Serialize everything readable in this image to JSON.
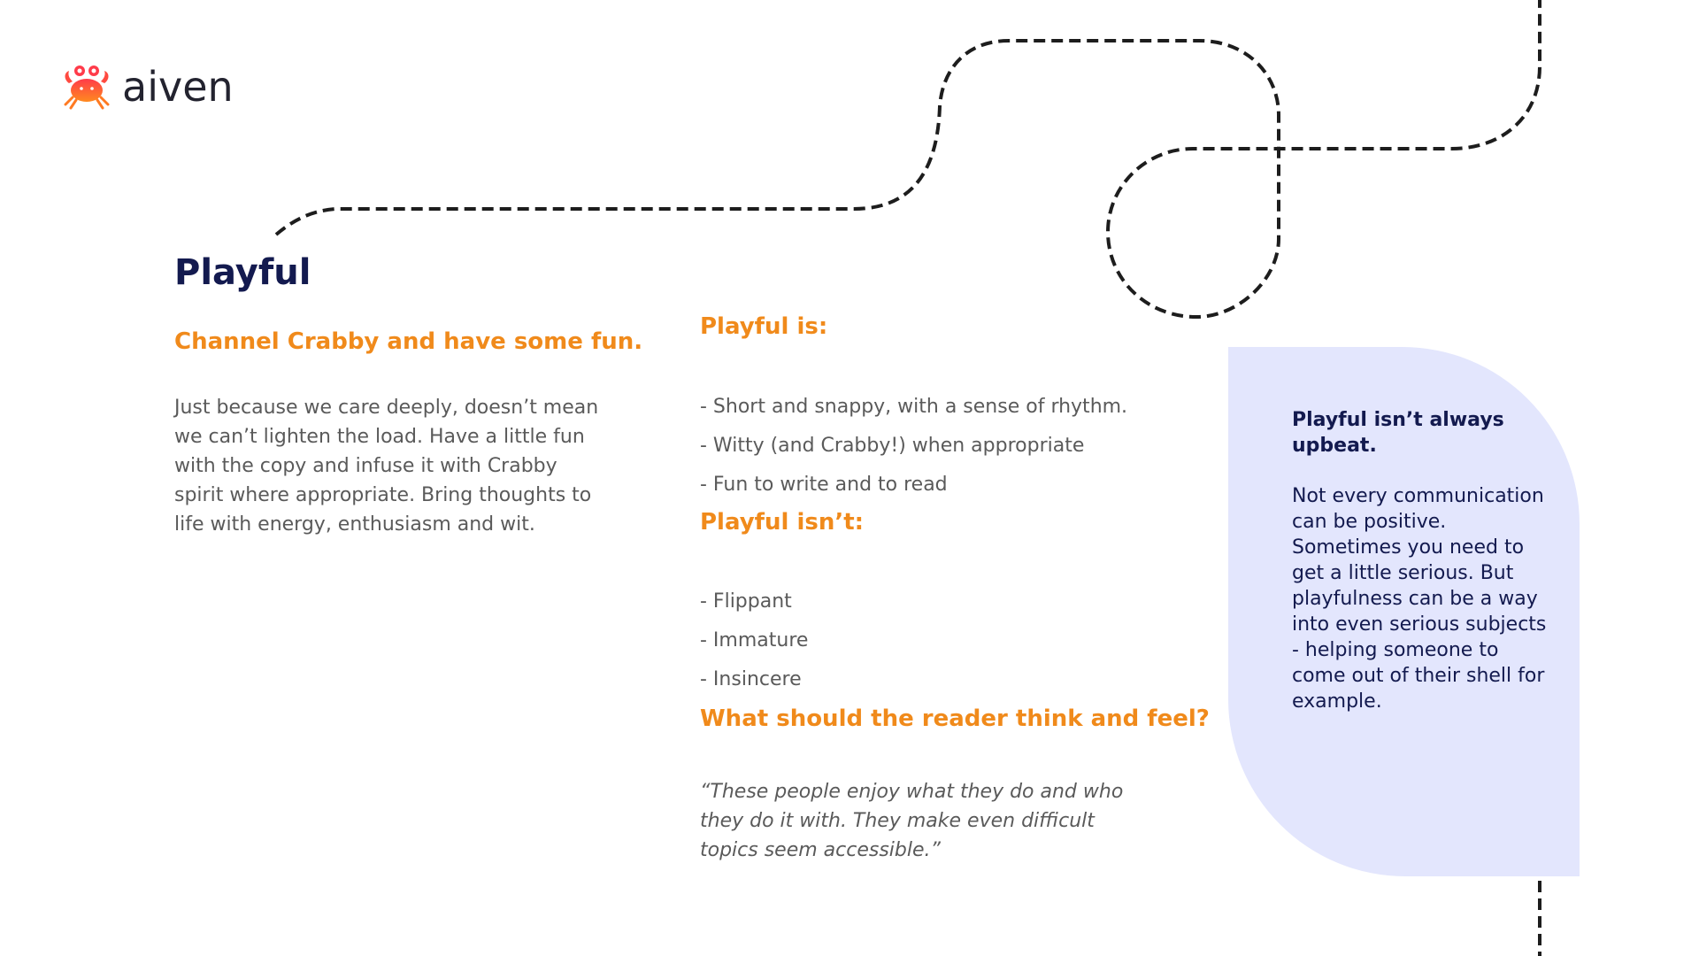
{
  "brand": {
    "wordmark": "aiven",
    "logo_icon": "crab-icon",
    "colors": {
      "orange": "#f08a1b",
      "navy": "#131a4f",
      "callout_bg": "#e3e6fd"
    }
  },
  "page": {
    "title": "Playful",
    "subtitle": "Channel Crabby and have some fun.",
    "intro": "Just because we care deeply, doesn’t mean we can’t lighten the load. Have a little fun with the copy and infuse it with Crabby spirit where appropriate. Bring thoughts to life with energy, enthusiasm and wit."
  },
  "is_section": {
    "heading": "Playful is:",
    "items": [
      "- Short and snappy, with a sense of rhythm.",
      "- Witty (and Crabby!) when appropriate",
      "- Fun to write and to read"
    ]
  },
  "isnt_section": {
    "heading": "Playful isn’t:",
    "items": [
      "- Flippant",
      "- Immature",
      "- Insincere"
    ]
  },
  "feel_section": {
    "heading": "What should the reader think and feel?",
    "quote": "“These people enjoy what they do and who they do it with. They make even difficult topics seem accessible.”"
  },
  "callout": {
    "title": "Playful isn’t always upbeat.",
    "body": "Not every communication can be positive. Sometimes you need to get a little serious. But playfulness can be a way into even serious subjects - helping someone to come out of their shell for example."
  }
}
